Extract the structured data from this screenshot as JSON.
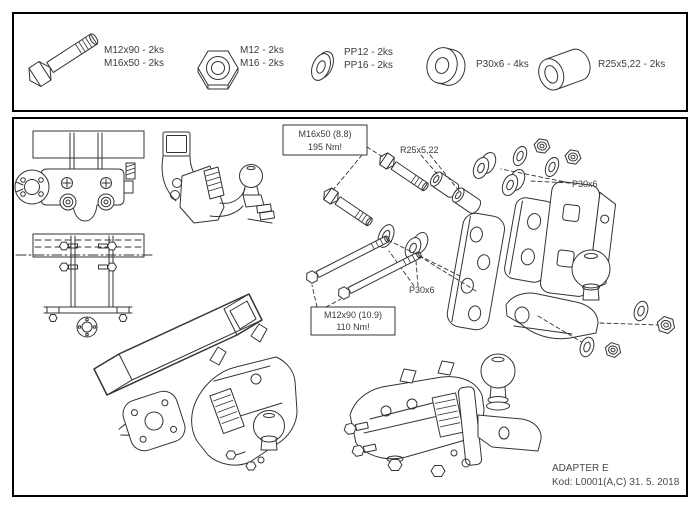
{
  "legend": {
    "items": [
      {
        "icon": "hex-bolt-icon",
        "line1": "M12x90 - 2ks",
        "line2": "M16x50 - 2ks"
      },
      {
        "icon": "hex-nut-icon",
        "line1": "M12 - 2ks",
        "line2": "M16 - 2ks"
      },
      {
        "icon": "flat-washer-icon",
        "line1": "PP12 - 2ks",
        "line2": "PP16 - 2ks"
      },
      {
        "icon": "thick-washer-icon",
        "line1": "P30x6 - 4ks",
        "line2": ""
      },
      {
        "icon": "spacer-sleeve-icon",
        "line1": "R25x5,22 - 2ks",
        "line2": ""
      }
    ]
  },
  "diagram": {
    "callout_m16_line1": "M16x50 (8.8)",
    "callout_m16_line2": "195 Nm!",
    "callout_m12_line1": "M12x90 (10.9)",
    "callout_m12_line2": "110 Nm!",
    "label_r25": "R25x5,22",
    "label_p30_upper": "P30x6",
    "label_p30_lower": "P30x6",
    "footer_title": "ADAPTER E",
    "footer_code": "Kod: L0001(A,C)   31. 5. 2018"
  }
}
